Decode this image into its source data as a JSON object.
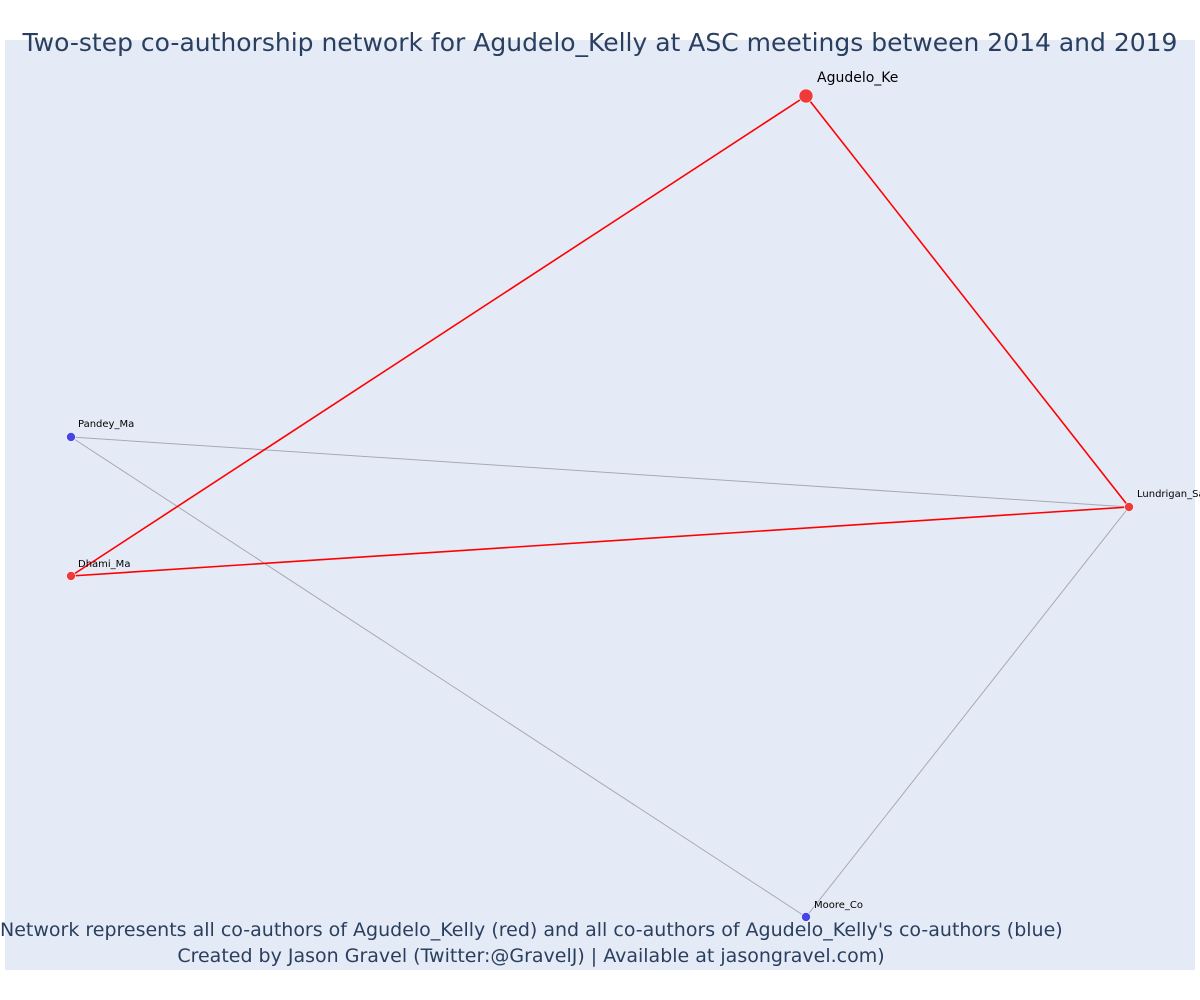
{
  "title": "Two-step co-authorship network for Agudelo_Kelly at ASC meetings between 2014 and 2019",
  "annotation_line1": "Network represents all co-authors of Agudelo_Kelly (red) and all co-authors of Agudelo_Kelly's co-authors (blue)",
  "annotation_line2": "Created by Jason Gravel (Twitter:@GravelJ) | Available at jasongravel.com)",
  "colors": {
    "plot_background": "#e5ebf6",
    "coauthor_node": "#ef3a3a",
    "second_step_node": "#4545e8",
    "direct_edge": "#ff0000",
    "indirect_edge": "#a8a8b8"
  },
  "nodes": [
    {
      "id": "Agudelo_Ke",
      "label": "Agudelo_Ke",
      "group": "focal"
    },
    {
      "id": "Lundrigan_Sa",
      "label": "Lundrigan_Sa",
      "group": "coauthor"
    },
    {
      "id": "Dhami_Ma",
      "label": "Dhami_Ma",
      "group": "coauthor"
    },
    {
      "id": "Pandey_Ma",
      "label": "Pandey_Ma",
      "group": "second_step"
    },
    {
      "id": "Moore_Co",
      "label": "Moore_Co",
      "group": "second_step"
    }
  ],
  "edges": [
    {
      "source": "Agudelo_Ke",
      "target": "Dhami_Ma",
      "type": "direct"
    },
    {
      "source": "Agudelo_Ke",
      "target": "Lundrigan_Sa",
      "type": "direct"
    },
    {
      "source": "Dhami_Ma",
      "target": "Lundrigan_Sa",
      "type": "direct"
    },
    {
      "source": "Pandey_Ma",
      "target": "Lundrigan_Sa",
      "type": "indirect"
    },
    {
      "source": "Pandey_Ma",
      "target": "Moore_Co",
      "type": "indirect"
    },
    {
      "source": "Moore_Co",
      "target": "Lundrigan_Sa",
      "type": "indirect"
    }
  ]
}
